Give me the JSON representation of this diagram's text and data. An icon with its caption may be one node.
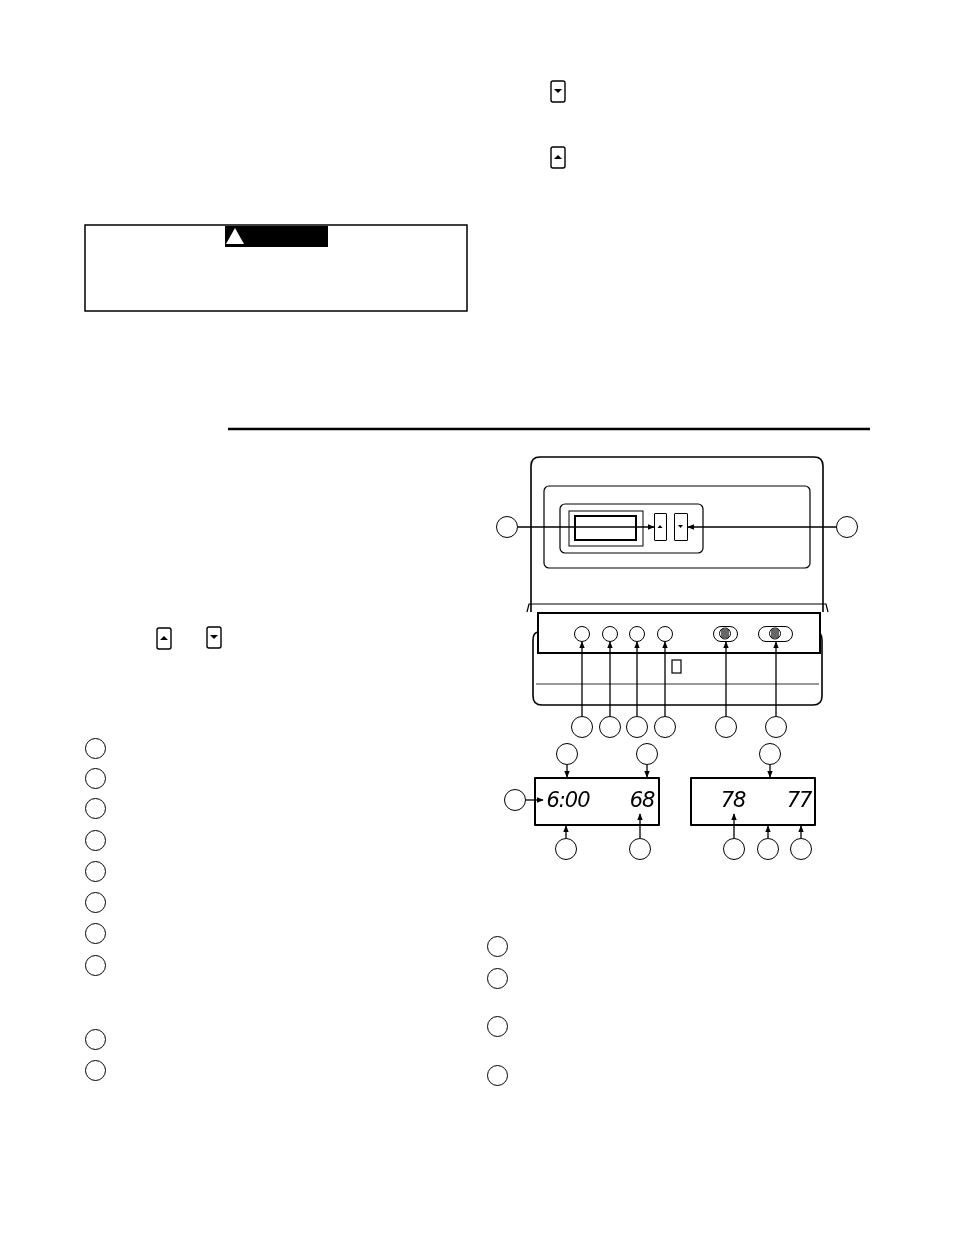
{
  "diagram": {
    "nodes": [
      {
        "text": [],
        "shape": "circle"
      },
      {
        "text": [],
        "shape": "box"
      },
      {
        "text": [],
        "shape": "box"
      },
      {
        "text": [],
        "shape": "circle"
      },
      {
        "text": [],
        "shape": "circle"
      },
      {
        "text": [],
        "shape": "circle"
      },
      {
        "text": [],
        "shape": "circle"
      },
      {
        "text": [],
        "shape": "circle"
      },
      {
        "text": [],
        "shape": "oval"
      },
      {
        "text": [],
        "shape": "oval"
      },
      {
        "text": [],
        "shape": "circle"
      },
      {
        "text": [],
        "shape": "circle"
      },
      {
        "text": [],
        "shape": "circle"
      },
      {
        "text": [],
        "shape": "circle"
      },
      {
        "text": [],
        "shape": "circle"
      },
      {
        "text": [],
        "shape": "circle"
      },
      {
        "text": [],
        "shape": "circle"
      },
      {
        "text": [],
        "shape": "circle"
      },
      {
        "text": [],
        "shape": "circle"
      },
      {
        "text": [],
        "shape": "box"
      },
      {
        "text": [
          "6:00"
        ],
        "in": 19
      },
      {
        "text": [
          "68"
        ],
        "in": 19
      },
      {
        "text": [],
        "shape": "box"
      },
      {
        "text": [
          "78"
        ],
        "in": 22
      },
      {
        "text": [
          "77"
        ],
        "in": 22
      },
      {
        "text": [],
        "shape": "circle"
      },
      {
        "text": [],
        "shape": "circle"
      },
      {
        "text": [],
        "shape": "circle"
      },
      {
        "text": [],
        "shape": "circle"
      },
      {
        "text": [],
        "shape": "circle"
      },
      {
        "text": [],
        "shape": "circle"
      },
      {
        "text": [],
        "shape": "circle"
      },
      {
        "text": [],
        "shape": "circle"
      },
      {
        "text": [],
        "shape": "circle"
      },
      {
        "text": [],
        "shape": "circle"
      },
      {
        "text": [],
        "shape": "circle"
      },
      {
        "text": [],
        "shape": "circle"
      },
      {
        "text": [],
        "shape": "circle"
      },
      {
        "text": [],
        "shape": "circle"
      },
      {
        "text": [],
        "shape": "circle"
      },
      {
        "text": [],
        "shape": "circle"
      },
      {
        "text": [],
        "shape": "circle"
      },
      {
        "text": [],
        "shape": "circle"
      },
      {
        "text": [],
        "shape": "circle"
      },
      {
        "text": [],
        "shape": "circle"
      }
    ],
    "edges": [
      {
        "from": 0,
        "to": 1,
        "arrow": "to"
      },
      {
        "from": 3,
        "to": 2,
        "arrow": "to"
      },
      {
        "from": 10,
        "to": 4,
        "arrow": "to"
      },
      {
        "from": 11,
        "to": 5,
        "arrow": "to"
      },
      {
        "from": 12,
        "to": 6,
        "arrow": "to"
      },
      {
        "from": 13,
        "to": 7,
        "arrow": "to"
      },
      {
        "from": 14,
        "to": 8,
        "arrow": "to"
      },
      {
        "from": 15,
        "to": 9,
        "arrow": "to"
      },
      {
        "from": 16,
        "to": 19,
        "arrow": "to"
      },
      {
        "from": 17,
        "to": 19,
        "arrow": "to"
      },
      {
        "from": 18,
        "to": 22,
        "arrow": "to"
      },
      {
        "from": 25,
        "to": 20,
        "arrow": "to"
      },
      {
        "from": 26,
        "to": 19,
        "arrow": "to"
      },
      {
        "from": 27,
        "to": 21,
        "arrow": "to"
      },
      {
        "from": 28,
        "to": 23,
        "arrow": "to"
      },
      {
        "from": 29,
        "to": 22,
        "arrow": "to"
      },
      {
        "from": 30,
        "to": 22,
        "arrow": "to"
      }
    ]
  }
}
